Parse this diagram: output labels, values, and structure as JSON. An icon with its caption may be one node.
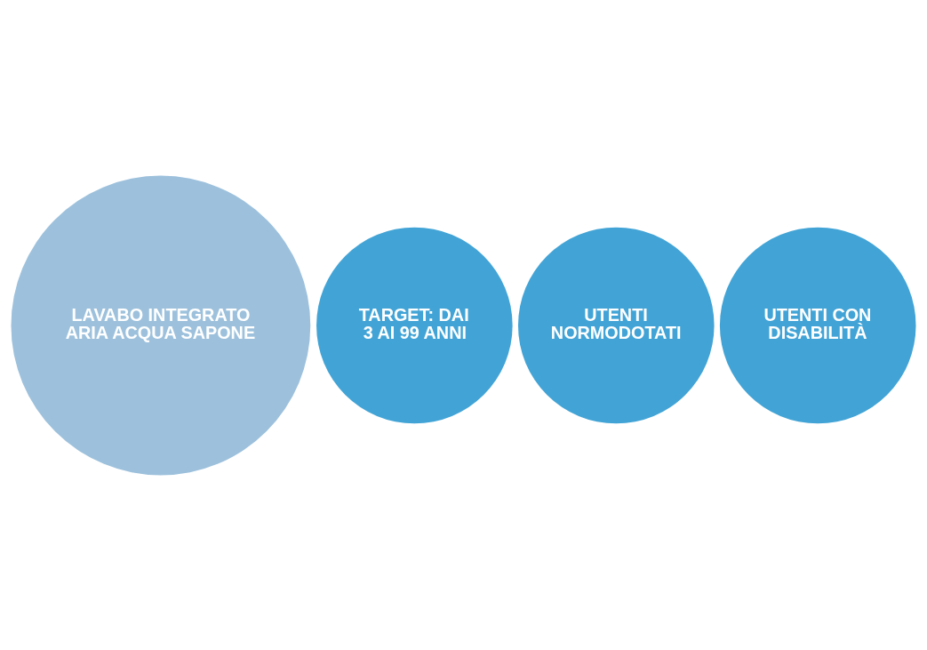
{
  "diagram": {
    "nodes": [
      {
        "text": [
          "LAVABO INTEGRATO ARIA ACQUA SAPONE"
        ]
      },
      {
        "text": [
          "TARGET: DAI 3 AI 99 ANNI"
        ]
      },
      {
        "text": [
          "UTENTI NORMODOTATI"
        ]
      },
      {
        "text": [
          "UTENTI CON DISABILITÀ"
        ]
      }
    ]
  }
}
